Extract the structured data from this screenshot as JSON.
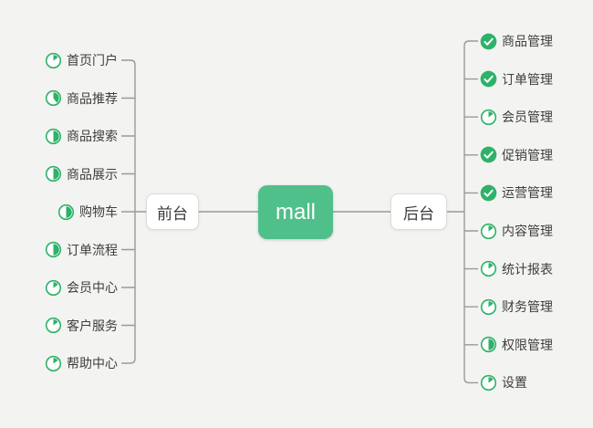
{
  "root": {
    "label": "mall"
  },
  "branches": {
    "left": {
      "label": "前台",
      "items": [
        {
          "label": "首页门户",
          "task_progress": "1/8"
        },
        {
          "label": "商品推荐",
          "task_progress": "3/8"
        },
        {
          "label": "商品搜索",
          "task_progress": "1/2"
        },
        {
          "label": "商品展示",
          "task_progress": "1/2"
        },
        {
          "label": "购物车",
          "task_progress": "1/2"
        },
        {
          "label": "订单流程",
          "task_progress": "1/2"
        },
        {
          "label": "会员中心",
          "task_progress": "1/8"
        },
        {
          "label": "客户服务",
          "task_progress": "1/8"
        },
        {
          "label": "帮助中心",
          "task_progress": "1/8"
        }
      ]
    },
    "right": {
      "label": "后台",
      "items": [
        {
          "label": "商品管理",
          "task_progress": "done"
        },
        {
          "label": "订单管理",
          "task_progress": "done"
        },
        {
          "label": "会员管理",
          "task_progress": "1/8"
        },
        {
          "label": "促销管理",
          "task_progress": "done"
        },
        {
          "label": "运营管理",
          "task_progress": "done"
        },
        {
          "label": "内容管理",
          "task_progress": "1/8"
        },
        {
          "label": "统计报表",
          "task_progress": "1/8"
        },
        {
          "label": "财务管理",
          "task_progress": "1/8"
        },
        {
          "label": "权限管理",
          "task_progress": "1/2"
        },
        {
          "label": "设置",
          "task_progress": "1/8"
        }
      ]
    }
  },
  "colors": {
    "background": "#f3f3f1",
    "root_node_bg": "#4fc08a",
    "root_node_text": "#ffffff",
    "marker_green": "#2eb269",
    "connector_line": "#9a9a9a",
    "sub_node_border": "#dcdcd7"
  }
}
